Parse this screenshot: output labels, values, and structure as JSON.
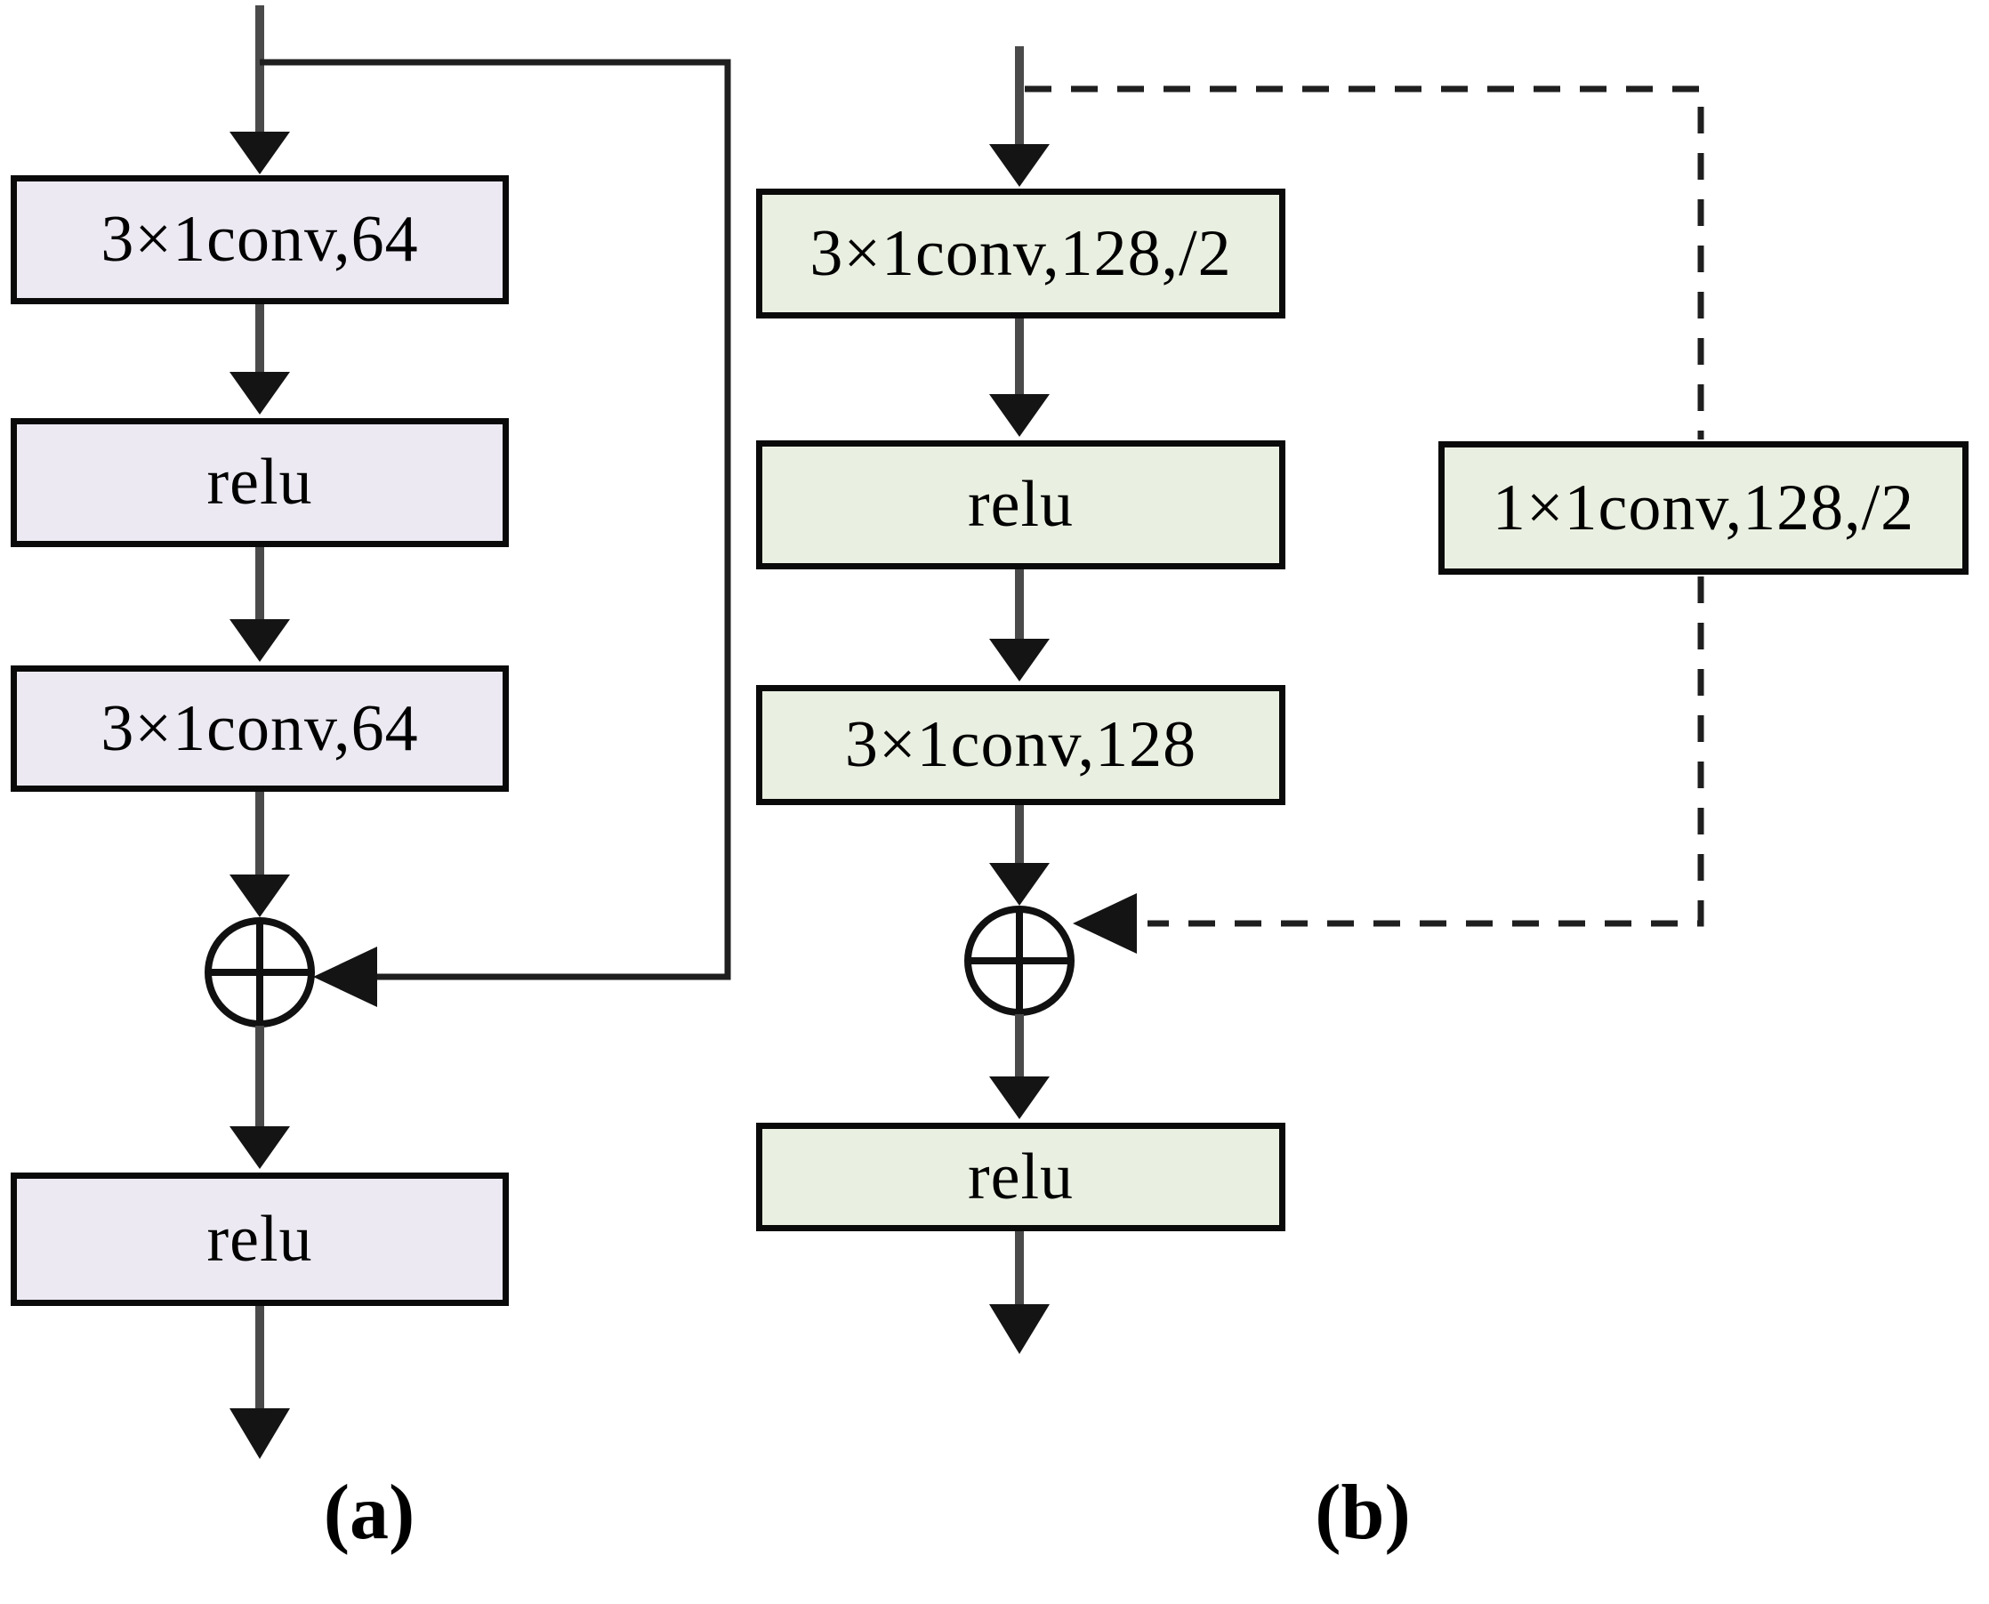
{
  "figure": {
    "background": "#ffffff",
    "panels": [
      {
        "id": "a",
        "label": "(a)",
        "block_fill": "#ece9f2",
        "skip_style": "solid",
        "junction_icon": "circle-plus",
        "blocks": [
          {
            "text": "3×1conv,64"
          },
          {
            "text": "relu"
          },
          {
            "text": "3×1conv,64"
          },
          {
            "text": "relu"
          }
        ]
      },
      {
        "id": "b",
        "label": "(b)",
        "block_fill": "#eaf0e1",
        "skip_style": "dashed",
        "junction_icon": "circle-plus",
        "blocks": [
          {
            "text": "3×1conv,128,/2"
          },
          {
            "text": "relu"
          },
          {
            "text": "3×1conv,128"
          },
          {
            "text": "relu"
          }
        ],
        "skip_block": {
          "text": "1×1conv,128,/2"
        }
      }
    ],
    "colors": {
      "block_border": "#0a0a0a",
      "arrow_shaft": "#4a4a4a",
      "arrowhead": "#141414",
      "skip_line": "#1f1f1f",
      "text": "#000000"
    }
  }
}
